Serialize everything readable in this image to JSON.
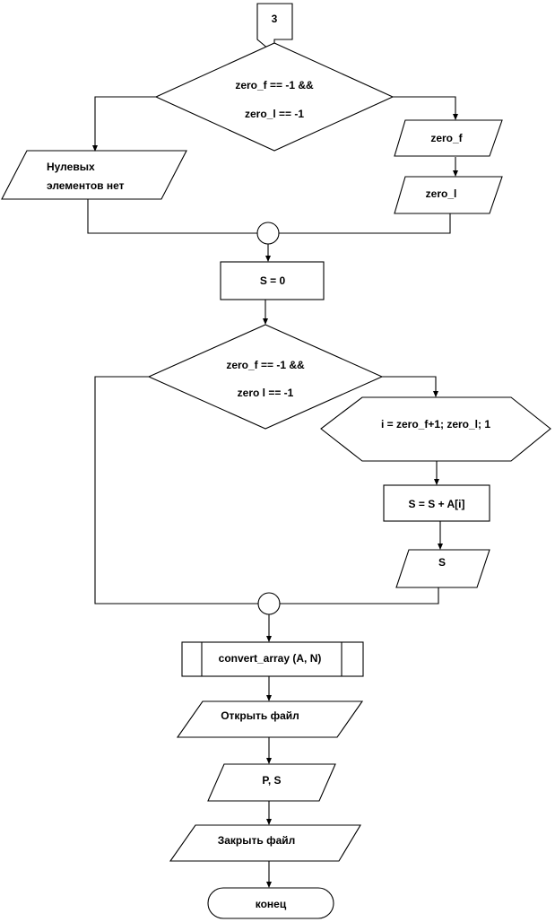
{
  "connector": {
    "label": "3"
  },
  "decision1": {
    "line1": "zero_f == -1 &&",
    "line2": "zero_l == -1"
  },
  "no_zero_output": {
    "line1": "Нулевых",
    "line2": "элементов нет"
  },
  "output_zero_f": {
    "label": "zero_f"
  },
  "output_zero_l": {
    "label": "zero_l"
  },
  "assign_s": {
    "label": "S = 0"
  },
  "decision2": {
    "line1": "zero_f == -1 &&",
    "line2": "zero  l == -1"
  },
  "loop": {
    "label": "i = zero_f+1; zero_l; 1"
  },
  "sum_process": {
    "label": "S = S + A[i]"
  },
  "output_s": {
    "label": "S"
  },
  "subroutine": {
    "label": "convert_array (A, N)"
  },
  "open_file": {
    "label": "Открыть файл"
  },
  "output_ps": {
    "label": "P, S"
  },
  "close_file": {
    "label": "Закрыть файл"
  },
  "terminator": {
    "label": "конец"
  }
}
